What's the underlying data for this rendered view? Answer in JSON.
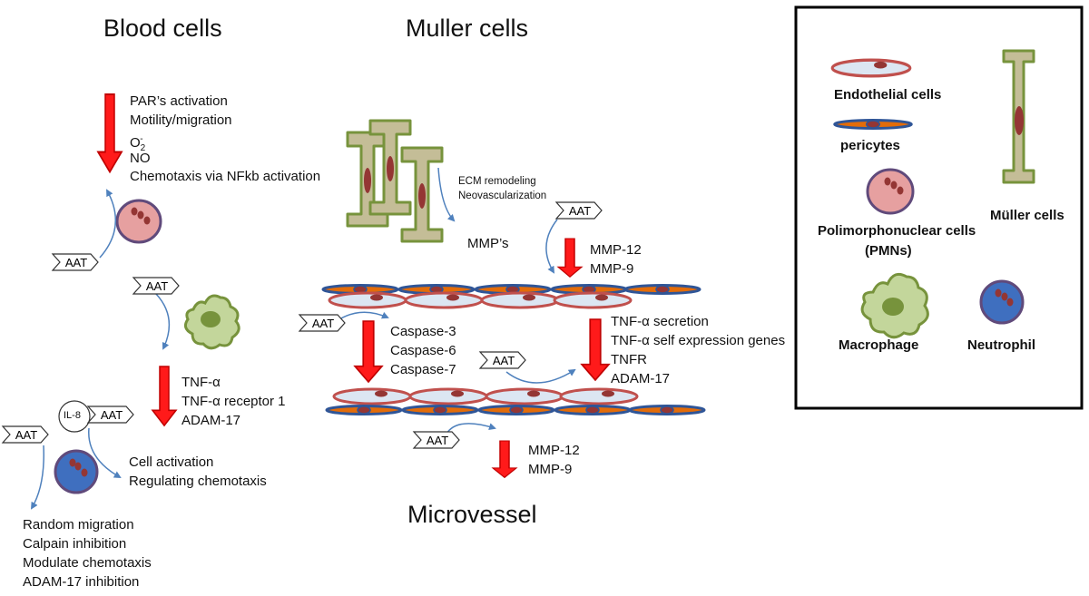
{
  "headings": {
    "blood": "Blood cells",
    "muller": "Muller cells",
    "microvessel": "Microvessel"
  },
  "tag_label": "AAT",
  "il8_label": "IL-8",
  "blood_effects": {
    "par": [
      "PAR’s activation",
      "Motility/migration",
      "O",
      "NO",
      "Chemotaxis via NFkb activation"
    ],
    "o2_sub": "2",
    "o2_sup": "-"
  },
  "macrophage_effects": [
    "TNF-α",
    "TNF-α receptor 1",
    "ADAM-17"
  ],
  "neutrophil_effects_right": [
    "Cell activation",
    "Regulating chemotaxis"
  ],
  "neutrophil_effects_below": [
    "Random migration",
    "Calpain inhibition",
    "Modulate chemotaxis",
    "ADAM-17 inhibition"
  ],
  "muller_effects": {
    "ecm": [
      "ECM remodeling",
      "Neovascularization"
    ],
    "mmps": "MMP’s",
    "mmp_top": [
      "MMP-12",
      "MMP-9"
    ]
  },
  "caspases": [
    "Caspase-3",
    "Caspase-6",
    "Caspase-7"
  ],
  "tnf_block": [
    "TNF-α secretion",
    "TNF-α self expression genes",
    "TNFR",
    "ADAM-17"
  ],
  "mmp_bottom": [
    "MMP-12",
    "MMP-9"
  ],
  "legend": {
    "endothelial": "Endothelial cells",
    "pericytes": "pericytes",
    "pmn": [
      "Polimorphonuclear cells",
      "(PMNs)"
    ],
    "muller": "Müller cells",
    "macrophage": "Macrophage",
    "neutrophil": "Neutrophil"
  },
  "colors": {
    "arrow_fill": "#ff1a1a",
    "arrow_stroke": "#c00000",
    "blue_arrow": "#4f81bd",
    "endo_fill": "#dce6f2",
    "endo_stroke": "#c0504d",
    "nucleus": "#943634",
    "pericyte_fill": "#e36c09",
    "pericyte_stroke": "#2f5597",
    "pmn_fill": "#e6a0a0",
    "pmn_stroke": "#604a7b",
    "neutro_fill": "#3f6fbf",
    "muller_fill": "#c4bd97",
    "muller_stroke": "#77933c",
    "macro_fill": "#c3d69b",
    "macro_nuc": "#77933c"
  }
}
